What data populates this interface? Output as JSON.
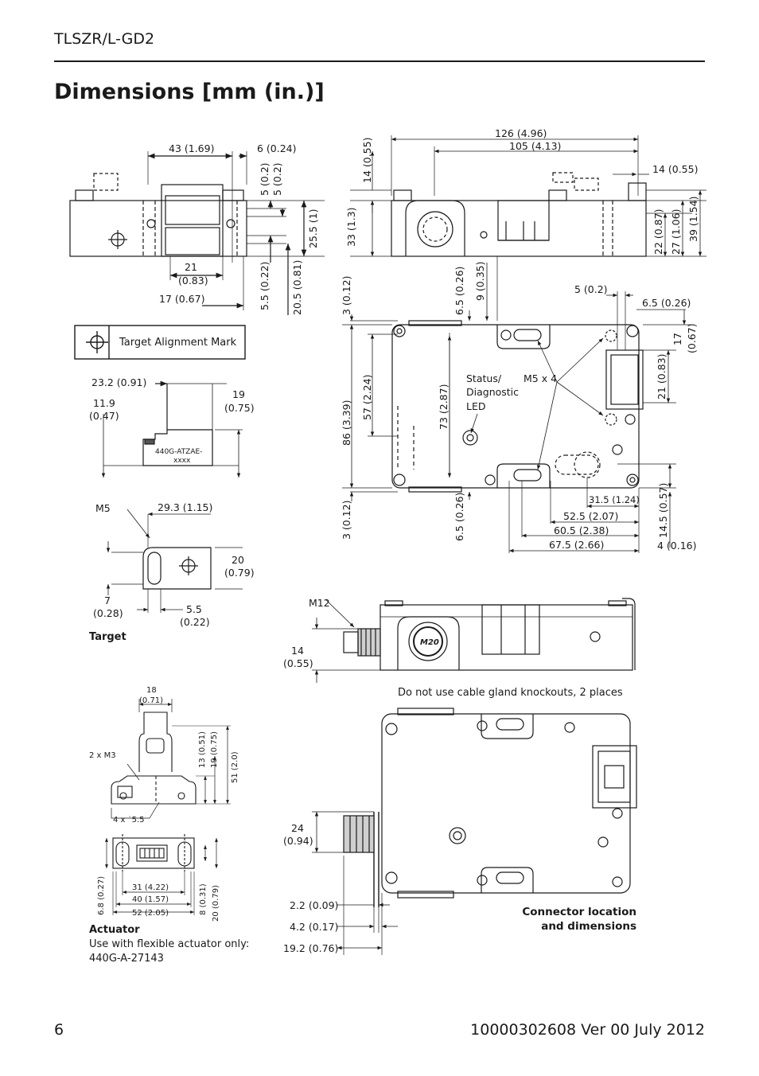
{
  "header": {
    "model": "TLSZR/L-GD2"
  },
  "title": "Dimensions [mm (in.)]",
  "footer": {
    "page": "6",
    "doc": "10000302608 Ver 00 July 2012"
  },
  "side_view": {
    "d43": "43 (1.69)",
    "d6": "6 (0.24)",
    "d5a": "5 (0.2)",
    "d5b": "5 (0.2)",
    "d255": "25.5 (1)",
    "d21": "21",
    "d21in": "(0.83)",
    "d17": "17 (0.67)",
    "d55": "5.5 (0.22)",
    "d205": "20.5 (0.81)"
  },
  "legend": {
    "label": "Target Alignment Mark"
  },
  "target": {
    "d232": "23.2 (0.91)",
    "d119": "11.9",
    "d119in": "(0.47)",
    "d19": "19",
    "d19in": "(0.75)",
    "part_top": "440G-ATZAE-",
    "part_bottom": "xxxx",
    "m5": "M5",
    "d293": "29.3 (1.15)",
    "d20": "20",
    "d20in": "(0.79)",
    "d7": "7",
    "d7in": "(0.28)",
    "d55": "5.5",
    "d55in": "(0.22)",
    "caption": "Target"
  },
  "top_view": {
    "d126": "126 (4.96)",
    "d105": "105 (4.13)",
    "d14v": "14 (0.55)",
    "d14h": "14 (0.55)",
    "d33": "33 (1.3)",
    "d22": "22 (0.87)",
    "d27": "27 (1.06)",
    "d39": "39 (1.54)"
  },
  "face_view": {
    "d3a": "3 (0.12)",
    "d65a": "6.5 (0.26)",
    "d9": "9 (0.35)",
    "d5": "5 (0.2)",
    "d65b": "6.5 (0.26)",
    "d17": "17",
    "d17in": "(0.67)",
    "d86": "86 (3.39)",
    "d57": "57 (2.24)",
    "d73": "73 (2.87)",
    "d21": "21 (0.83)",
    "status1": "Status/",
    "status2": "Diagnostic",
    "status3": "LED",
    "m5x4": "M5 x 4",
    "d315": "31.5 (1.24)",
    "d525": "52.5 (2.07)",
    "d605": "60.5 (2.38)",
    "d675": "67.5 (2.66)",
    "d145": "14.5 (0.57)",
    "d4": "4 (0.16)",
    "d3b": "3 (0.12)",
    "d65c": "6.5 (0.26)"
  },
  "connector_side": {
    "m12": "M12",
    "gland": "M20",
    "d14": "14",
    "d14in": "(0.55)",
    "note": "Do not use cable gland knockouts, 2 places"
  },
  "actuator": {
    "d18": "18",
    "d18in": "(0.71)",
    "m3": "2 x M3",
    "d13": "13 (0.51)",
    "d19": "19 (0.75)",
    "d51": "51 (2.0)",
    "holes": "4 x ˙5.5",
    "d68": "6.8 (0.27)",
    "d31": "31 (4.22)",
    "d40": "40 (1.57)",
    "d52": "52 (2.05)",
    "d8": "8 (0.31)",
    "d20": "20 (0.79)",
    "caption": "Actuator",
    "note1": "Use with flexible actuator only:",
    "note2": "440G-A-27143"
  },
  "connector_face": {
    "d24": "24",
    "d24in": "(0.94)",
    "d22": "2.2 (0.09)",
    "d42": "4.2 (0.17)",
    "d192": "19.2 (0.76)",
    "caption1": "Connector location",
    "caption2": "and dimensions"
  }
}
